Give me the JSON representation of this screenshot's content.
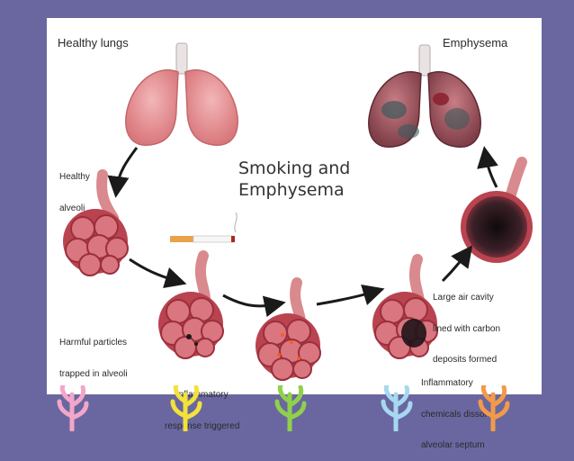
{
  "title_line1": "Smoking and",
  "title_line2": "Emphysema",
  "labels": {
    "healthy_lungs": "Healthy lungs",
    "emphysema": "Emphysema",
    "healthy_alveoli_1": "Healthy",
    "healthy_alveoli_2": "alveoli",
    "harmful_1": "Harmful particles",
    "harmful_2": "trapped in alveoli",
    "inflammatory_1": "Inflammatory",
    "inflammatory_2": "response triggered",
    "chemicals_1": "Inflammatory",
    "chemicals_2": "chemicals dissolve",
    "chemicals_3": "alveolar septum",
    "cavity_1": "Large air cavity",
    "cavity_2": "lined with carbon",
    "cavity_3": "deposits formed"
  },
  "colors": {
    "slide_background": "#6a67a0",
    "lung_pink": "#e79a9c",
    "alveoli_red": "#c45460",
    "carbon_dark": "#2b1a1f",
    "arrow": "#1a1a1a",
    "footer_pink": "#f3a6c8",
    "footer_yellow": "#f2e23a",
    "footer_green": "#8fd14a",
    "footer_blue": "#a6d8f0",
    "footer_orange": "#f29a4a"
  },
  "icons": [
    "lungs-icon",
    "alveoli-cluster-icon",
    "cigarette-icon",
    "arrow-icon",
    "plant-icon"
  ]
}
